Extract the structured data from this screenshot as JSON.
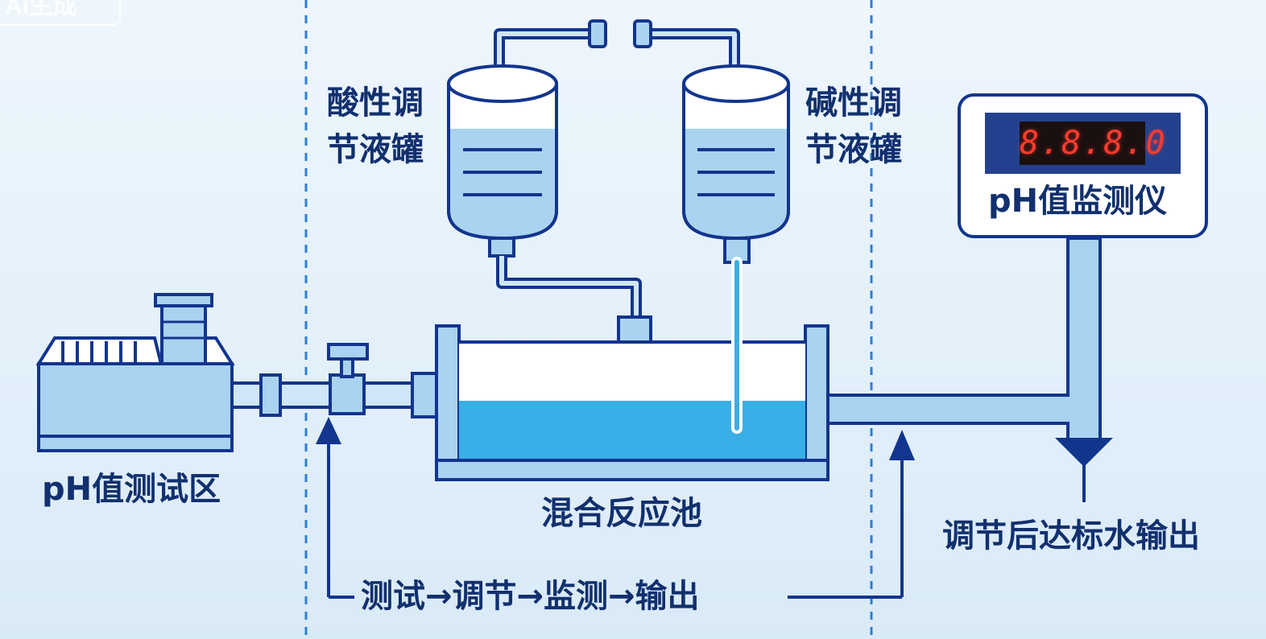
{
  "watermark": "AI生成",
  "labels": {
    "test_zone": "pH值测试区",
    "acid_tank": [
      "酸性调",
      "节液罐"
    ],
    "base_tank": [
      "碱性调",
      "节液罐"
    ],
    "reaction_pool": "混合反应池",
    "monitor": "pH值监测仪",
    "output": "调节后达标水输出",
    "flow": "测试→调节→监测→输出"
  },
  "monitor_display": "8.8.8.0",
  "colors": {
    "outline": "#12358e",
    "water_light": "#a9d3f0",
    "water_dark": "#3aaee6",
    "text": "#12306e",
    "divider": "#2d7fd6"
  }
}
